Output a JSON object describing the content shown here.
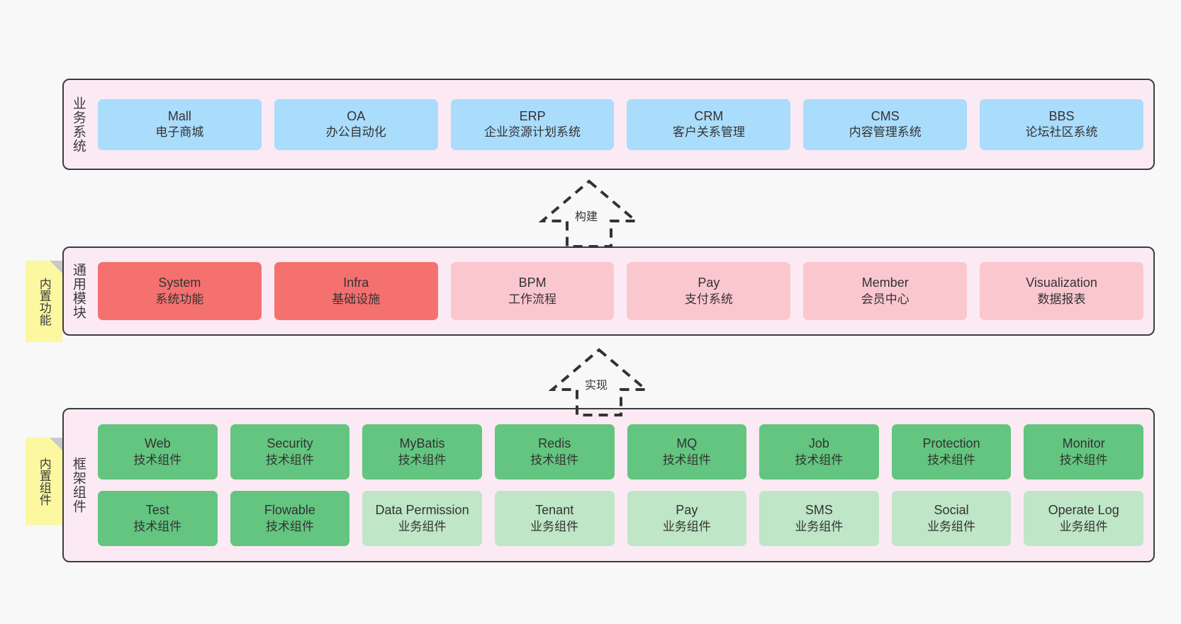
{
  "diagram": {
    "layers": [
      {
        "id": "business",
        "title": "业务系统",
        "rows": [
          {
            "cards": [
              {
                "en": "Mall",
                "cn": "电子商城",
                "color": "#aadcfb"
              },
              {
                "en": "OA",
                "cn": "办公自动化",
                "color": "#aadcfb"
              },
              {
                "en": "ERP",
                "cn": "企业资源计划系统",
                "color": "#aadcfb"
              },
              {
                "en": "CRM",
                "cn": "客户关系管理",
                "color": "#aadcfb"
              },
              {
                "en": "CMS",
                "cn": "内容管理系统",
                "color": "#aadcfb"
              },
              {
                "en": "BBS",
                "cn": "论坛社区系统",
                "color": "#aadcfb"
              }
            ]
          }
        ]
      },
      {
        "id": "modules",
        "title": "通用模块",
        "note": "内置功能",
        "rows": [
          {
            "cards": [
              {
                "en": "System",
                "cn": "系统功能",
                "color": "#f4716f"
              },
              {
                "en": "Infra",
                "cn": "基础设施",
                "color": "#f4716f"
              },
              {
                "en": "BPM",
                "cn": "工作流程",
                "color": "#fbc7cf"
              },
              {
                "en": "Pay",
                "cn": "支付系统",
                "color": "#fbc7cf"
              },
              {
                "en": "Member",
                "cn": "会员中心",
                "color": "#fbc7cf"
              },
              {
                "en": "Visualization",
                "cn": "数据报表",
                "color": "#fbc7cf"
              }
            ]
          }
        ]
      },
      {
        "id": "framework",
        "title": "框架组件",
        "note": "内置组件",
        "rows": [
          {
            "cards": [
              {
                "en": "Web",
                "cn": "技术组件",
                "color": "#63c57f"
              },
              {
                "en": "Security",
                "cn": "技术组件",
                "color": "#63c57f"
              },
              {
                "en": "MyBatis",
                "cn": "技术组件",
                "color": "#63c57f"
              },
              {
                "en": "Redis",
                "cn": "技术组件",
                "color": "#63c57f"
              },
              {
                "en": "MQ",
                "cn": "技术组件",
                "color": "#63c57f"
              },
              {
                "en": "Job",
                "cn": "技术组件",
                "color": "#63c57f"
              },
              {
                "en": "Protection",
                "cn": "技术组件",
                "color": "#63c57f"
              },
              {
                "en": "Monitor",
                "cn": "技术组件",
                "color": "#63c57f"
              }
            ]
          },
          {
            "cards": [
              {
                "en": "Test",
                "cn": "技术组件",
                "color": "#63c57f"
              },
              {
                "en": "Flowable",
                "cn": "技术组件",
                "color": "#63c57f"
              },
              {
                "en": "Data Permission",
                "cn": "业务组件",
                "color": "#bfe6c7"
              },
              {
                "en": "Tenant",
                "cn": "业务组件",
                "color": "#bfe6c7"
              },
              {
                "en": "Pay",
                "cn": "业务组件",
                "color": "#bfe6c7"
              },
              {
                "en": "SMS",
                "cn": "业务组件",
                "color": "#bfe6c7"
              },
              {
                "en": "Social",
                "cn": "业务组件",
                "color": "#bfe6c7"
              },
              {
                "en": "Operate Log",
                "cn": "业务组件",
                "color": "#bfe6c7"
              }
            ]
          }
        ]
      }
    ],
    "arrows": [
      {
        "id": "build",
        "label": "构建"
      },
      {
        "id": "impl",
        "label": "实现"
      }
    ],
    "colors": {
      "background": "#f8f8f8",
      "layer_fill": "#fbeaf4",
      "layer_border": "#3d3d3d",
      "note_fill": "#fbf8a0",
      "note_fold": "#c9c9c9",
      "business_card": "#aadcfb",
      "module_core": "#f4716f",
      "module_optional": "#fbc7cf",
      "tech_component": "#63c57f",
      "business_component": "#bfe6c7",
      "text": "#333333"
    }
  }
}
